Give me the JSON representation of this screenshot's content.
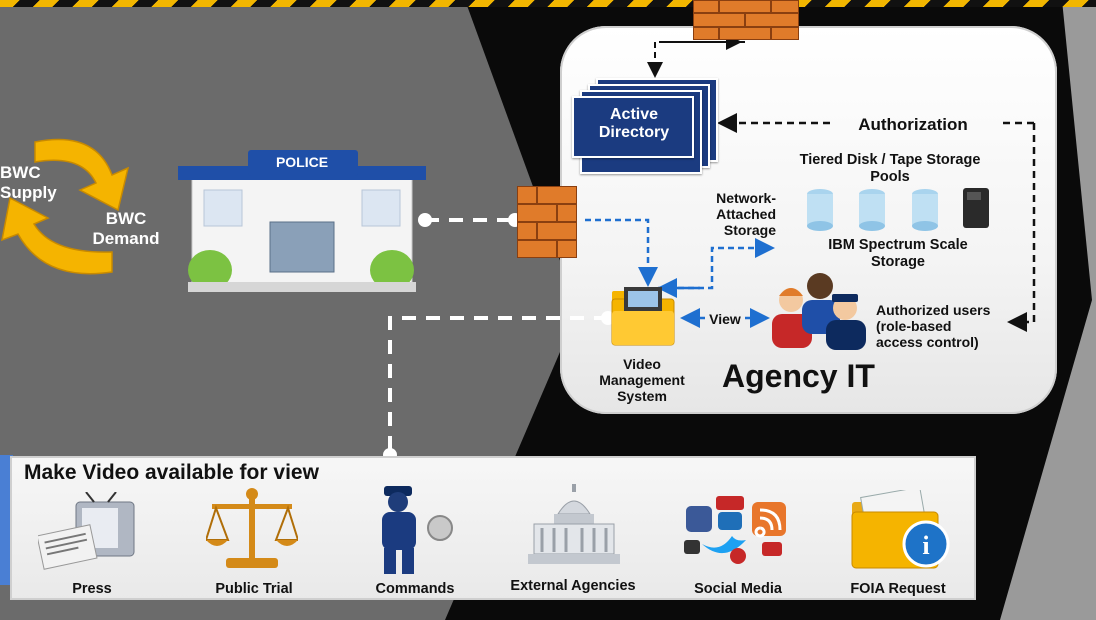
{
  "demand": {
    "supply_label": "BWC\nSupply",
    "demand_label": "BWC\nDemand"
  },
  "police": {
    "sign": "POLICE"
  },
  "agency": {
    "title": "Agency IT",
    "active_directory": "Active\nDirectory",
    "authorization": "Authorization",
    "tiered_storage": "Tiered Disk / Tape Storage\nPools",
    "nas": "Network-\nAttached\nStorage",
    "ibm_storage": "IBM Spectrum Scale\nStorage",
    "authorized_users": "Authorized users\n(role-based\naccess control)",
    "view": "View",
    "vms": "Video\nManagement\nSystem"
  },
  "bottom": {
    "title": "Make Video available for view",
    "items": [
      {
        "label": "Press",
        "icon": "tv-newspaper-icon"
      },
      {
        "label": "Public Trial",
        "icon": "scales-icon"
      },
      {
        "label": "Commands",
        "icon": "police-officer-icon"
      },
      {
        "label": "External Agencies",
        "icon": "capitol-building-icon"
      },
      {
        "label": "Social Media",
        "icon": "social-media-icon"
      },
      {
        "label": "FOIA Request",
        "icon": "info-folder-icon"
      }
    ]
  },
  "colors": {
    "grey_band": "#6b6b6b",
    "navy": "#1b3b80",
    "police_blue": "#1f4fa8",
    "arrow_yellow": "#f5b400",
    "firewall_orange": "#e07b2a"
  }
}
